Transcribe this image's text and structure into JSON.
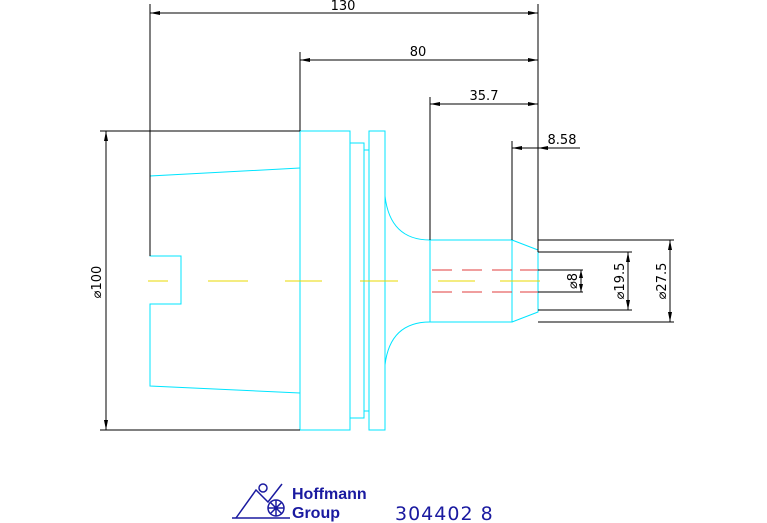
{
  "dimensions": {
    "overall_length": "130",
    "body_length": "80",
    "shank_length": "35.7",
    "tip_length": "8.58",
    "body_diameter": "⌀100",
    "bore_diameter": "⌀8",
    "shank_inner_diameter": "⌀19.5",
    "shank_outer_diameter": "⌀27.5"
  },
  "title_block": {
    "brand_line_1": "Hoffmann",
    "brand_line_2": "Group",
    "part_number": "304402 8"
  },
  "colors": {
    "outline": "#00e5ff",
    "dimension": "#000000",
    "centerline": "#e8d800",
    "hidden_bore": "#e03c3c",
    "brand": "#1a1aa0"
  }
}
